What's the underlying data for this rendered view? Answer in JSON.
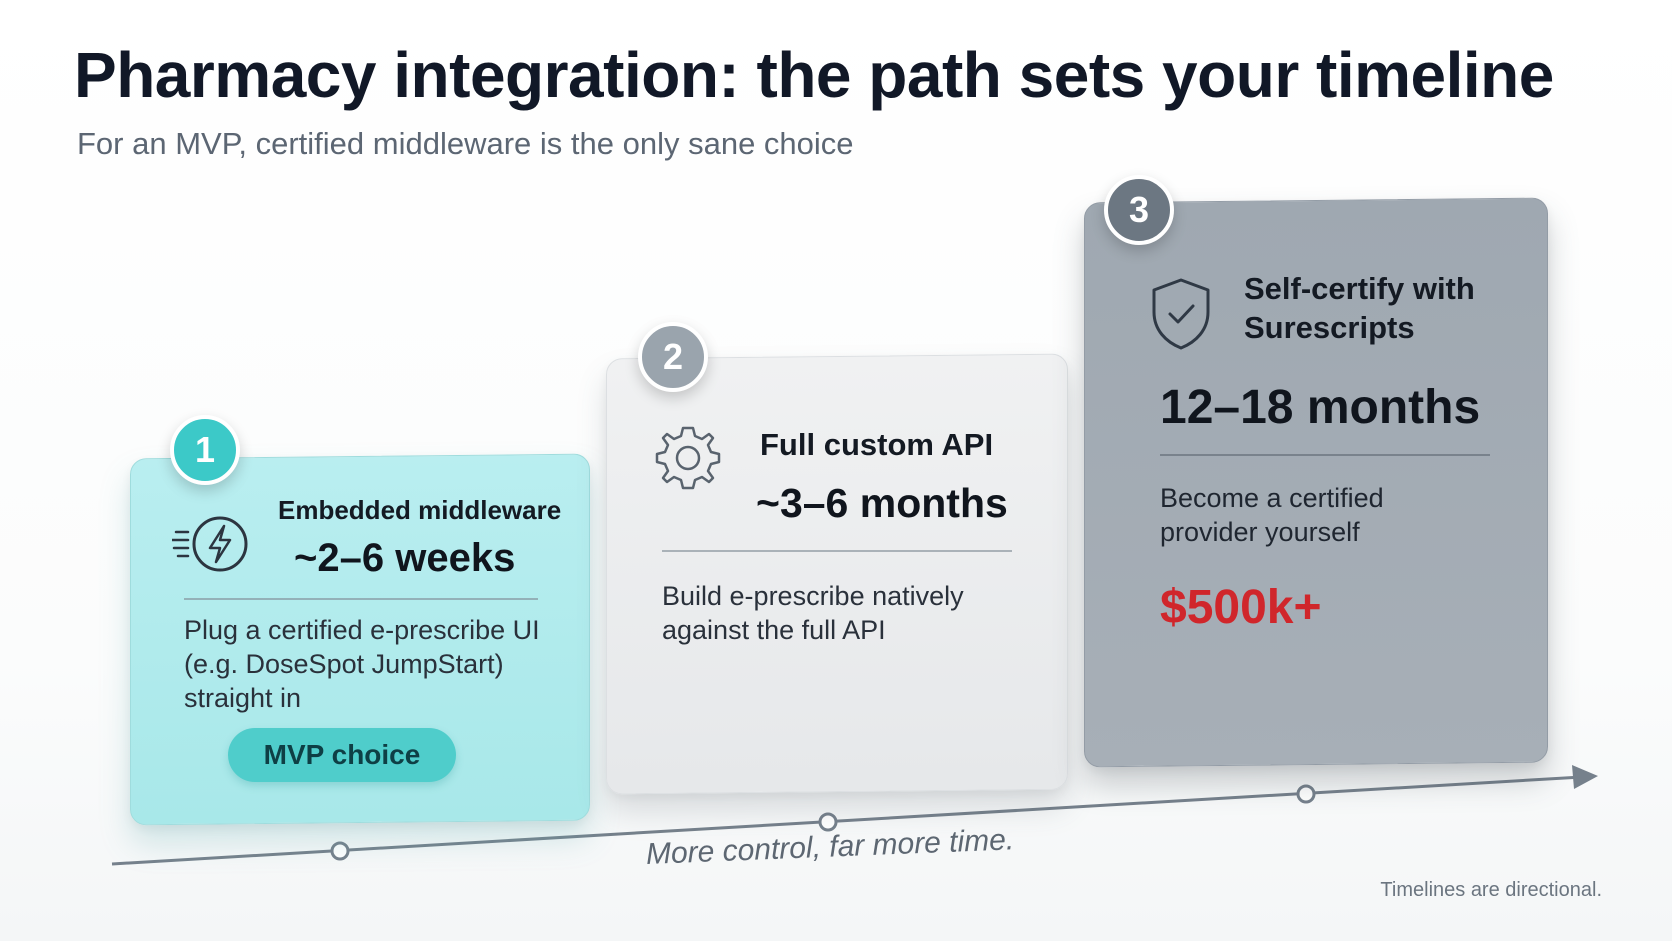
{
  "header": {
    "title": "Pharmacy integration: the path sets your timeline",
    "subtitle": "For an MVP, certified middleware is the only sane choice"
  },
  "stages": [
    {
      "number": "1",
      "icon": "lightning-bolt-icon",
      "title": "Embedded middleware",
      "duration": "~2–6 weeks",
      "description": "Plug a certified e-prescribe UI (e.g. DoseSpot JumpStart) straight in",
      "tag": "MVP choice",
      "color": "#a8e8e9"
    },
    {
      "number": "2",
      "icon": "gear-icon",
      "title": "Full custom API",
      "duration": "~3–6 months",
      "description": "Build e-prescribe natively against the full API",
      "color": "#e6e8ea"
    },
    {
      "number": "3",
      "icon": "shield-check-icon",
      "title": "Self-certify with Surescripts",
      "duration": "12–18 months",
      "description": "Become a certified provider yourself",
      "cost": "$500k+",
      "cost_color": "#d0262b",
      "color": "#a3acb5"
    }
  ],
  "axis": {
    "caption": "More control, far more time.",
    "milestones": 3
  },
  "footnote": "Timelines are directional."
}
